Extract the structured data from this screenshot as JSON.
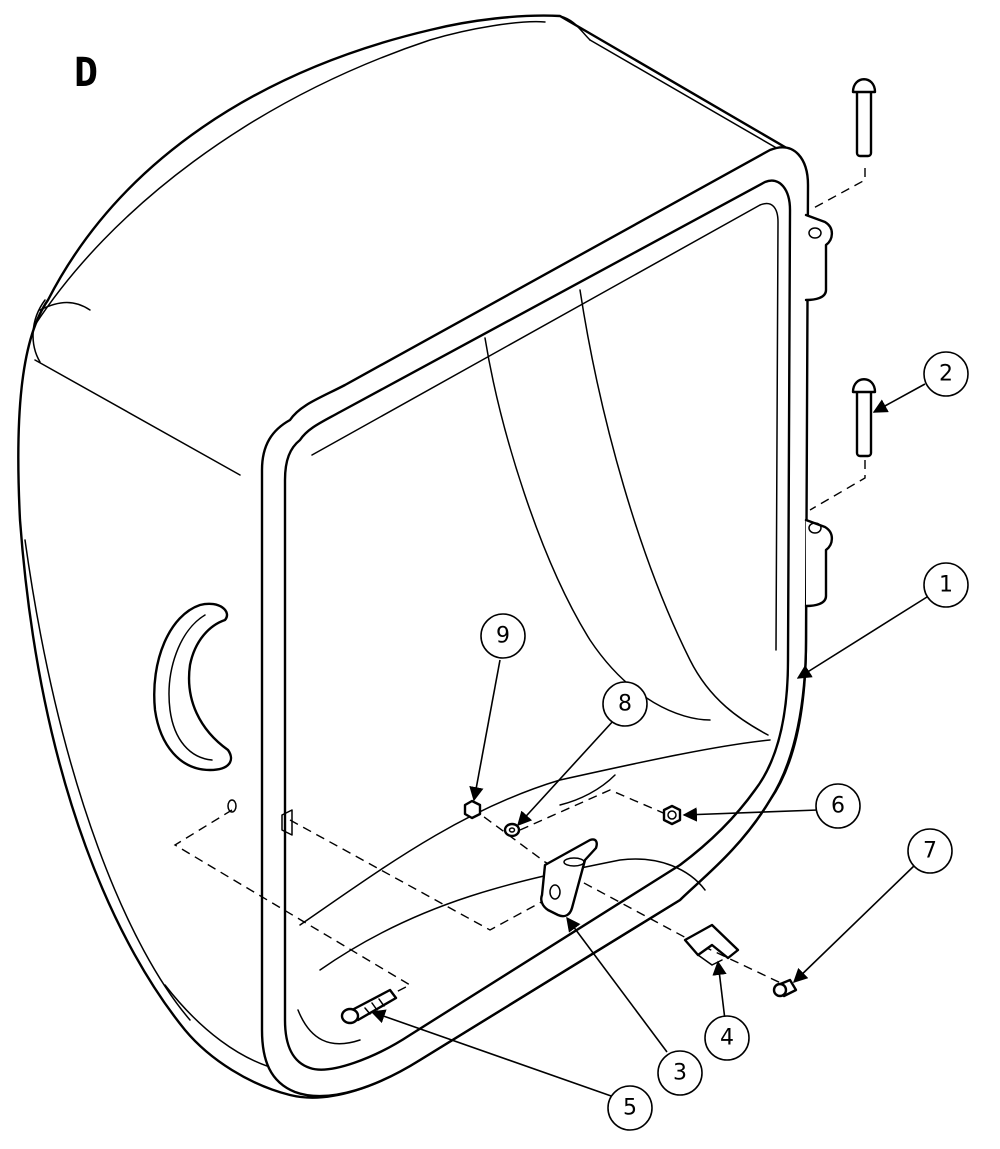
{
  "figure": {
    "label": "D"
  },
  "callouts": [
    {
      "id": "1",
      "text": "1"
    },
    {
      "id": "2",
      "text": "2"
    },
    {
      "id": "3",
      "text": "3"
    },
    {
      "id": "4",
      "text": "4"
    },
    {
      "id": "5",
      "text": "5"
    },
    {
      "id": "6",
      "text": "6"
    },
    {
      "id": "7",
      "text": "7"
    },
    {
      "id": "8",
      "text": "8"
    },
    {
      "id": "9",
      "text": "9"
    }
  ]
}
